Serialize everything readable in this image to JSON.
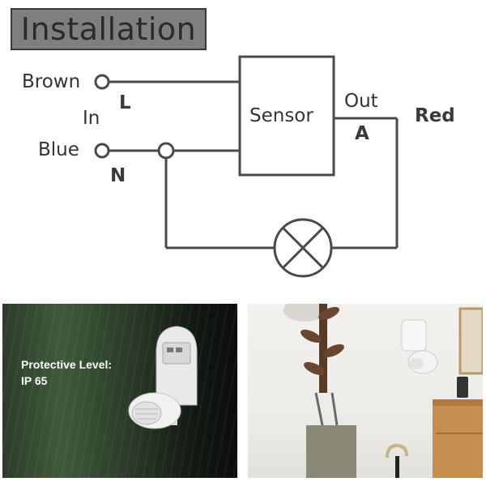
{
  "title": "Installation",
  "wiring": {
    "brown_label": "Brown",
    "blue_label": "Blue",
    "in_label": "In",
    "l_label": "L",
    "n_label": "N",
    "sensor_label": "Sensor",
    "out_label": "Out",
    "a_label": "A",
    "red_label": "Red"
  },
  "photos": {
    "left": {
      "caption_line1": "Protective Level:",
      "caption_line2": "IP 65"
    }
  },
  "colors": {
    "title_bg": "#7f7f7f",
    "line": "#4a4a4a",
    "text": "#333333"
  }
}
